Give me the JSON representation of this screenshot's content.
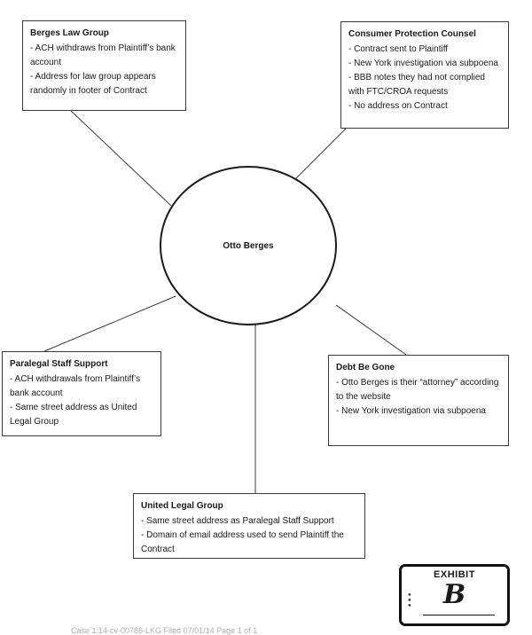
{
  "center": {
    "label": "Otto Berges"
  },
  "boxes": {
    "berges_law_group": {
      "title": "Berges Law Group",
      "items": [
        "- ACH withdraws from Plaintiff’s bank account",
        "- Address for law group appears randomly in footer of Contract"
      ]
    },
    "consumer_protection_counsel": {
      "title": "Consumer Protection Counsel",
      "items": [
        "- Contract sent to Plaintiff",
        "- New York investigation via subpoena",
        "- BBB notes they had not complied with FTC/CROA requests",
        "- No address on Contract"
      ]
    },
    "paralegal_staff_support": {
      "title": "Paralegal Staff Support",
      "items": [
        "- ACH withdrawals from Plaintiff’s bank account",
        "- Same street address as United Legal Group"
      ]
    },
    "debt_be_gone": {
      "title": "Debt Be Gone",
      "items": [
        "- Otto Berges is their “attorney” according to the website",
        "- New York investigation via subpoena"
      ]
    },
    "united_legal_group": {
      "title": "United Legal Group",
      "items": [
        "- Same street address as Paralegal Staff Support",
        "- Domain of email address used to send Plaintiff the Contract"
      ]
    }
  },
  "stamp": {
    "title": "EXHIBIT",
    "letter": "B"
  },
  "footer": {
    "text": "Case 1:14-cv-00786-LKG  Filed 07/01/14  Page 1 of 1"
  },
  "colors": {
    "line": "#3a3a3a",
    "border": "#3a3a3a",
    "text": "#1a1a1a"
  }
}
